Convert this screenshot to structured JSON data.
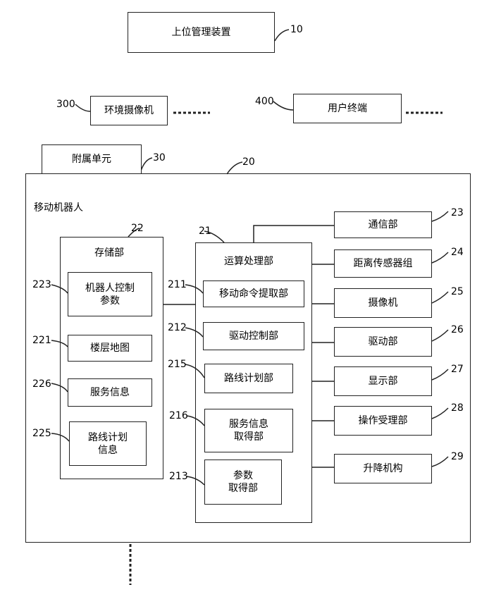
{
  "top_manager": {
    "label": "上位管理装置",
    "ref": "10"
  },
  "env_camera": {
    "label": "环境摄像机",
    "ref": "300"
  },
  "user_terminal": {
    "label": "用户终端",
    "ref": "400"
  },
  "attachment": {
    "label": "附属单元",
    "ref": "30"
  },
  "robot": {
    "label": "移动机器人",
    "ref": "20"
  },
  "storage": {
    "label": "存储部",
    "ref": "22",
    "items": [
      {
        "line1": "机器人控制",
        "line2": "参数",
        "ref": "223"
      },
      {
        "line1": "楼层地图",
        "ref": "221"
      },
      {
        "line1": "服务信息",
        "ref": "226"
      },
      {
        "line1": "路线计划",
        "line2": "信息",
        "ref": "225"
      }
    ]
  },
  "processor": {
    "label": "运算处理部",
    "ref": "21",
    "items": [
      {
        "line1": "移动命令提取部",
        "ref": "211"
      },
      {
        "line1": "驱动控制部",
        "ref": "212"
      },
      {
        "line1": "路线计划部",
        "ref": "215"
      },
      {
        "line1": "服务信息",
        "line2": "取得部",
        "ref": "216"
      },
      {
        "line1": "参数",
        "line2": "取得部",
        "ref": "213"
      }
    ]
  },
  "peripherals": [
    {
      "label": "通信部",
      "ref": "23"
    },
    {
      "label": "距离传感器组",
      "ref": "24"
    },
    {
      "label": "摄像机",
      "ref": "25"
    },
    {
      "label": "驱动部",
      "ref": "26"
    },
    {
      "label": "显示部",
      "ref": "27"
    },
    {
      "label": "操作受理部",
      "ref": "28"
    },
    {
      "label": "升降机构",
      "ref": "29"
    }
  ]
}
